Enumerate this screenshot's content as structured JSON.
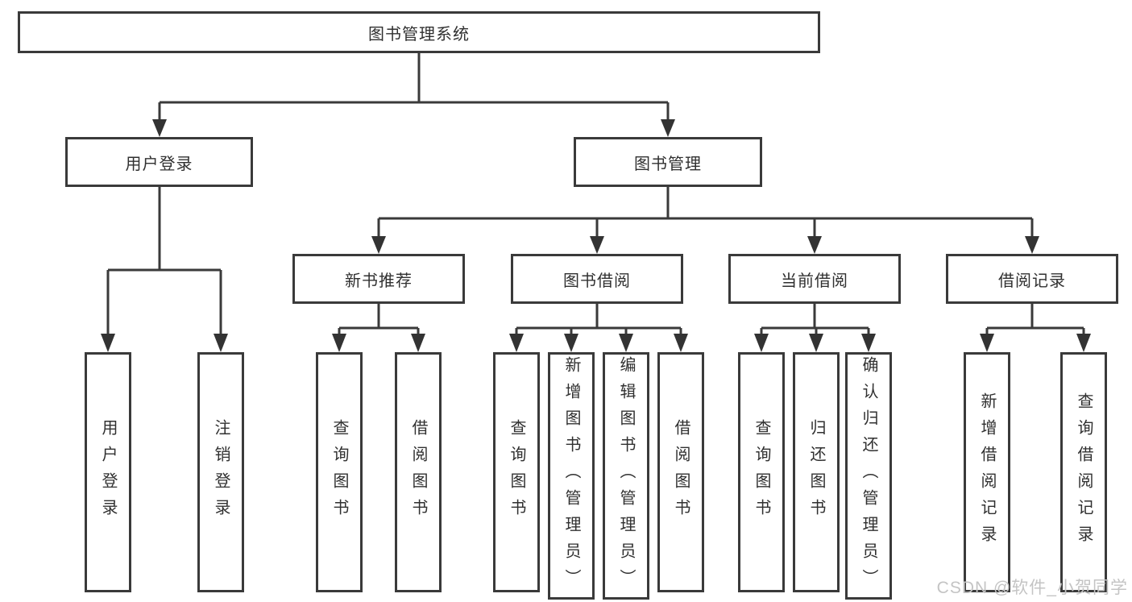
{
  "diagram": {
    "root": {
      "label": "图书管理系统"
    },
    "level2": [
      {
        "label": "用户登录"
      },
      {
        "label": "图书管理"
      }
    ],
    "level3": [
      {
        "label": "新书推荐"
      },
      {
        "label": "图书借阅"
      },
      {
        "label": "当前借阅"
      },
      {
        "label": "借阅记录"
      }
    ],
    "leaves": {
      "user_login": [
        {
          "label": "用户登录"
        },
        {
          "label": "注销登录"
        }
      ],
      "new_book": [
        {
          "label": "查询图书"
        },
        {
          "label": "借阅图书"
        }
      ],
      "book_borrow": [
        {
          "label": "查询图书"
        },
        {
          "label": "新增图书（管理员）"
        },
        {
          "label": "编辑图书（管理员）"
        },
        {
          "label": "借阅图书"
        }
      ],
      "current_borrow": [
        {
          "label": "查询图书"
        },
        {
          "label": "归还图书"
        },
        {
          "label": "确认归还（管理员）"
        }
      ],
      "borrow_record": [
        {
          "label": "新增借阅记录"
        },
        {
          "label": "查询借阅记录"
        }
      ]
    }
  },
  "watermark": {
    "text": "CSDN @软件_小贺同学"
  },
  "colors": {
    "line": "#3a3a3a",
    "text": "#303030",
    "watermark": "#c4c4c4",
    "background": "#ffffff"
  }
}
